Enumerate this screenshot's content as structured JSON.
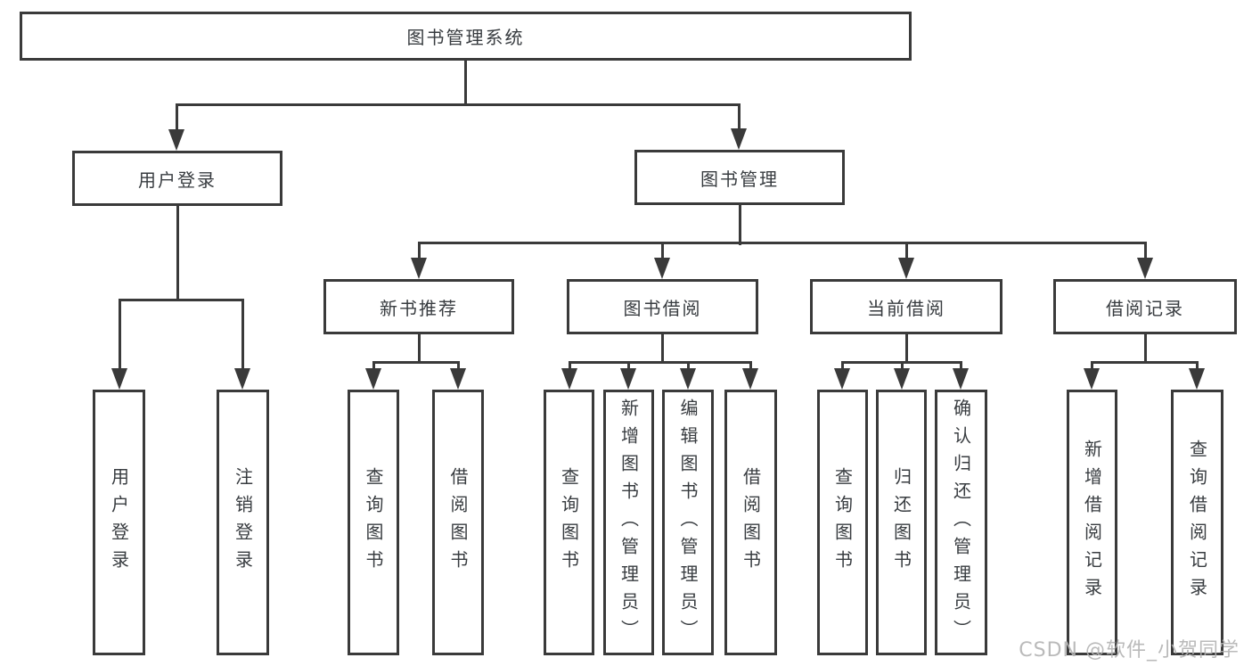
{
  "diagram": {
    "watermark": "CSDN @软件_小贺同学",
    "line_color": "#3a3a3a",
    "text_color": "#383c40",
    "background_color": "#ffffff",
    "nodes": {
      "root": {
        "label": "图书管理系统"
      },
      "user_login": {
        "label": "用户登录"
      },
      "book_mgmt": {
        "label": "图书管理"
      },
      "login": {
        "label": "用户登录"
      },
      "logout": {
        "label": "注销登录"
      },
      "new_book_rec": {
        "label": "新书推荐"
      },
      "book_borrow": {
        "label": "图书借阅"
      },
      "current_borrow": {
        "label": "当前借阅"
      },
      "borrow_record": {
        "label": "借阅记录"
      },
      "nb_query": {
        "label": "查询图书"
      },
      "nb_borrow": {
        "label": "借阅图书"
      },
      "bb_query": {
        "label": "查询图书"
      },
      "bb_add": {
        "label": "新增图书（管理员）"
      },
      "bb_edit": {
        "label": "编辑图书（管理员）"
      },
      "bb_borrow": {
        "label": "借阅图书"
      },
      "cb_query": {
        "label": "查询图书"
      },
      "cb_return": {
        "label": "归还图书"
      },
      "cb_confirm": {
        "label": "确认归还（管理员）"
      },
      "br_add": {
        "label": "新增借阅记录"
      },
      "br_query": {
        "label": "查询借阅记录"
      }
    },
    "edges": [
      [
        "root",
        "user_login"
      ],
      [
        "root",
        "book_mgmt"
      ],
      [
        "user_login",
        "login"
      ],
      [
        "user_login",
        "logout"
      ],
      [
        "book_mgmt",
        "new_book_rec"
      ],
      [
        "book_mgmt",
        "book_borrow"
      ],
      [
        "book_mgmt",
        "current_borrow"
      ],
      [
        "book_mgmt",
        "borrow_record"
      ],
      [
        "new_book_rec",
        "nb_query"
      ],
      [
        "new_book_rec",
        "nb_borrow"
      ],
      [
        "book_borrow",
        "bb_query"
      ],
      [
        "book_borrow",
        "bb_add"
      ],
      [
        "book_borrow",
        "bb_edit"
      ],
      [
        "book_borrow",
        "bb_borrow"
      ],
      [
        "current_borrow",
        "cb_query"
      ],
      [
        "current_borrow",
        "cb_return"
      ],
      [
        "current_borrow",
        "cb_confirm"
      ],
      [
        "borrow_record",
        "br_add"
      ],
      [
        "borrow_record",
        "br_query"
      ]
    ]
  }
}
